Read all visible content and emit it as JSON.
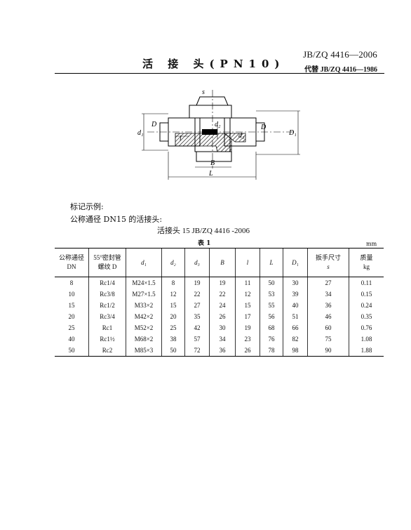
{
  "header": {
    "standard_code": "JB/ZQ 4416—2006",
    "replaces": "代替 JB/ZQ 4416—1986",
    "title": "活 接 头(PN10)"
  },
  "drawing": {
    "labels": [
      "s",
      "d₁",
      "d₂",
      "d₃",
      "D",
      "l",
      "B",
      "L",
      "D₁"
    ]
  },
  "marking": {
    "label": "标记示例:",
    "text": "公称通径 DN15 的活接头:",
    "example": "活接头  15   JB/ZQ 4416 -2006"
  },
  "table": {
    "title": "表 1",
    "unit": "mm",
    "headers": [
      [
        "公称通径",
        "DN"
      ],
      [
        "55°密封管",
        "螺纹 D"
      ],
      [
        "d₁"
      ],
      [
        "d₂"
      ],
      [
        "d₃"
      ],
      [
        "B"
      ],
      [
        "l"
      ],
      [
        "L"
      ],
      [
        "D₁"
      ],
      [
        "扳手尺寸",
        "s"
      ],
      [
        "质量",
        "kg"
      ]
    ],
    "rows": [
      [
        "8",
        "Rc1/4",
        "M24×1.5",
        "8",
        "19",
        "19",
        "11",
        "50",
        "30",
        "27",
        "0.11"
      ],
      [
        "10",
        "Rc3/8",
        "M27×1.5",
        "12",
        "22",
        "22",
        "12",
        "53",
        "39",
        "34",
        "0.15"
      ],
      [
        "15",
        "Rc1/2",
        "M33×2",
        "15",
        "27",
        "24",
        "15",
        "55",
        "40",
        "36",
        "0.24"
      ],
      [
        "20",
        "Rc3/4",
        "M42×2",
        "20",
        "35",
        "26",
        "17",
        "56",
        "51",
        "46",
        "0.35"
      ],
      [
        "25",
        "Rc1",
        "M52×2",
        "25",
        "42",
        "30",
        "19",
        "68",
        "66",
        "60",
        "0.76"
      ],
      [
        "40",
        "Rc1½",
        "M68×2",
        "38",
        "57",
        "34",
        "23",
        "76",
        "82",
        "75",
        "1.08"
      ],
      [
        "50",
        "Rc2",
        "M85×3",
        "50",
        "72",
        "36",
        "26",
        "78",
        "98",
        "90",
        "1.88"
      ]
    ]
  }
}
